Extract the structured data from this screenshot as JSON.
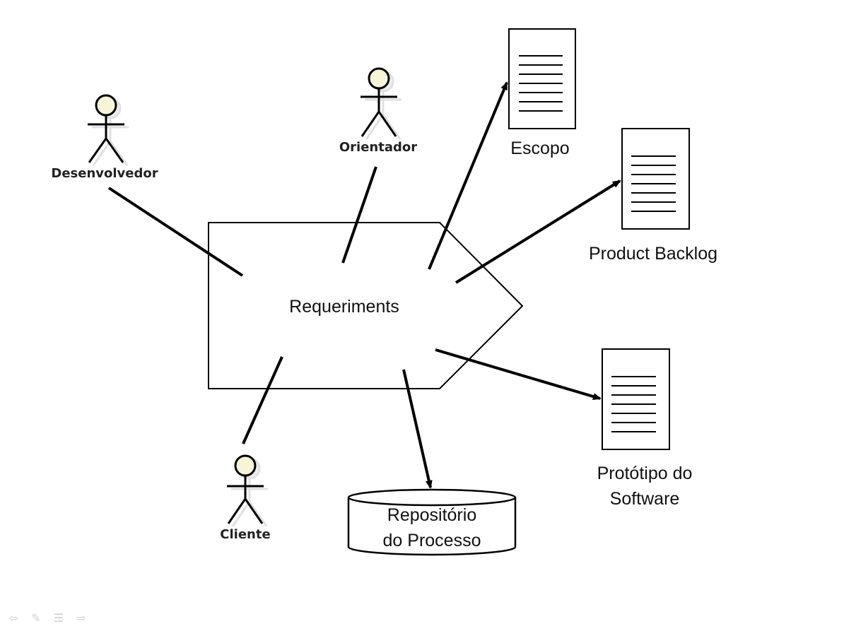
{
  "process": {
    "label": "Requeriments"
  },
  "actors": {
    "developer": {
      "label": "Desenvolvedor"
    },
    "advisor": {
      "label": "Orientador"
    },
    "client": {
      "label": "Cliente"
    }
  },
  "documents": {
    "scope": {
      "label": "Escopo"
    },
    "backlog": {
      "label": "Product Backlog"
    },
    "prototype": {
      "line1": "Protótipo do",
      "line2": "Software"
    }
  },
  "repository": {
    "line1": "Repositório",
    "line2": "do Processo"
  },
  "nav": [
    {
      "icon": "arrow-left-icon",
      "glyph": "⇦"
    },
    {
      "icon": "pen-icon",
      "glyph": "✎"
    },
    {
      "icon": "menu-icon",
      "glyph": "☰"
    },
    {
      "icon": "arrow-right-icon",
      "glyph": "⇨"
    }
  ],
  "colors": {
    "actor_head": "#f7f4d8",
    "stroke": "#000000",
    "background": "#ffffff"
  }
}
